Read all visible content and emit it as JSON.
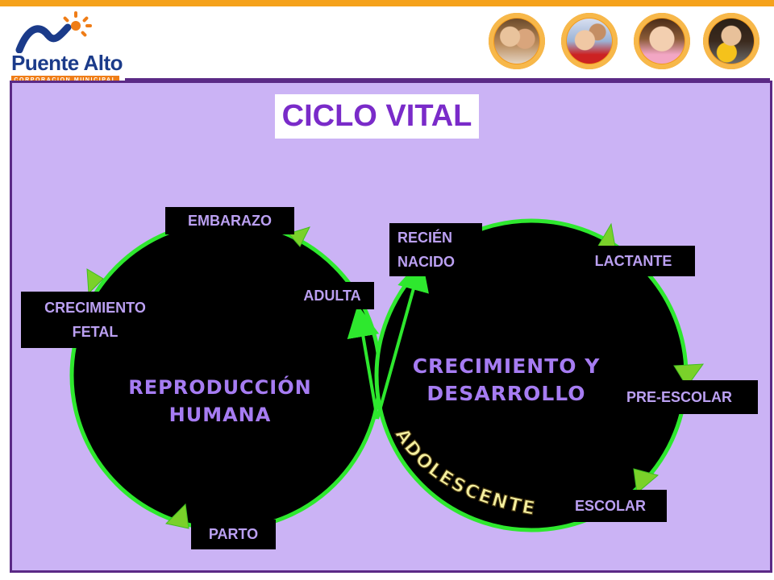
{
  "header": {
    "logo_name": "Puente Alto",
    "logo_subtitle": "CORPORACION MUNICIPAL"
  },
  "title": "CICLO VITAL",
  "cycles": {
    "left_cycle_title": "REPRODUCCIÓN\nHUMANA",
    "right_cycle_title": "CRECIMIENTO Y\nDESARROLLO"
  },
  "stages": {
    "embarazo": "EMBARAZO",
    "crecimiento_fetal": "CRECIMIENTO\nFETAL",
    "parto": "PARTO",
    "adulta": "ADULTA",
    "recien_nacido": "RECIÉN\nNACIDO",
    "lactante": "LACTANTE",
    "pre_escolar": "PRE-ESCOLAR",
    "escolar": "ESCOLAR",
    "adolescente": "ADOLESCENTE"
  },
  "colors": {
    "accent_orange": "#f5a21b",
    "frame_purple": "#5b2a86",
    "panel_lavender": "#cbb3f5",
    "cycle_green": "#2ee82e",
    "title_purple": "#7a2bc9",
    "label_text": "#bba0f2",
    "adolescente_fill": "#f5f0a0"
  },
  "icons": {
    "logo": "puente-alto-sun-logo",
    "photos": [
      "children-photo-icon",
      "baby-photo-icon",
      "girl-photo-icon",
      "student-photo-icon"
    ]
  }
}
